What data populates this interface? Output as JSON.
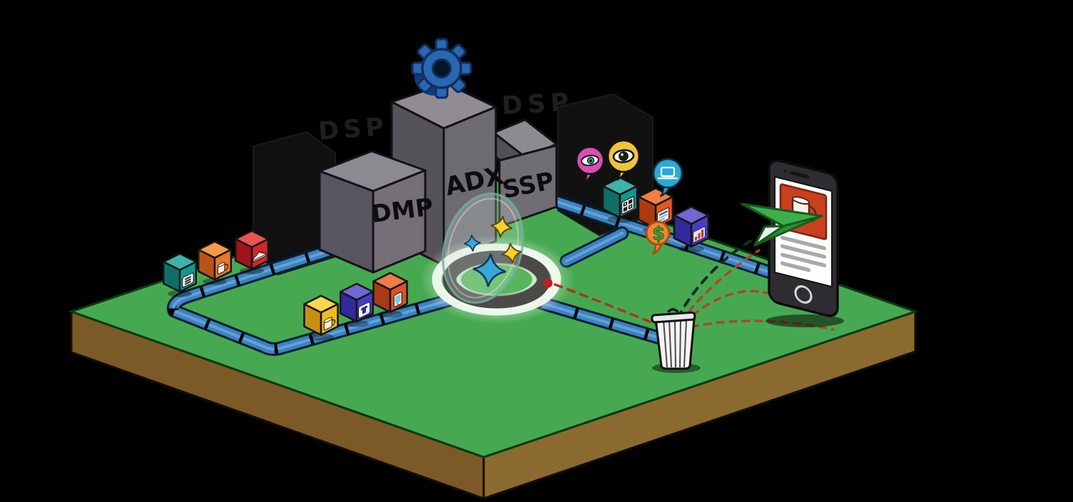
{
  "scene": {
    "description": "Isometric programmatic advertising ecosystem illustration on black background",
    "background_color": "#000000"
  },
  "labels": {
    "dsp_left": "DSP",
    "dsp_right": "DSP",
    "dmp": "DMP",
    "adx": "ADX",
    "ssp": "SSP",
    "dollar_sign": "$"
  },
  "palette": {
    "grass_green": "#46a951",
    "soil_brown_left": "#7b5a27",
    "soil_brown_right": "#8a6a2e",
    "road_blue": "#3b82c4",
    "building_gray": "#6e6a72",
    "gear_blue": "#2a67b2",
    "paper_plane_green": "#3fae4a",
    "ad_banner_red": "#c8401f",
    "dashed_line_red": "#b14426",
    "dashed_line_dark": "#1d2b1d",
    "star_yellow": "#f2d12e",
    "star_blue": "#39a7d8",
    "portal_ring_gray": "#4c4949"
  },
  "buildings": [
    {
      "name": "dmp-building",
      "label": "DMP"
    },
    {
      "name": "adx-building",
      "label": "ADX"
    },
    {
      "name": "ssp-building",
      "label": "SSP"
    },
    {
      "name": "dsp-building-left",
      "label": "DSP"
    },
    {
      "name": "dsp-building-right",
      "label": "DSP"
    }
  ],
  "conveyor_items": [
    {
      "name": "list-cube",
      "icon": "list-icon",
      "color": "#16978e"
    },
    {
      "name": "coffee-cube",
      "icon": "coffee-mug-icon",
      "color": "#e8772b"
    },
    {
      "name": "sneaker-cube",
      "icon": "sneaker-icon",
      "color": "#d3262b"
    },
    {
      "name": "mug-cube",
      "icon": "mug-icon",
      "color": "#eebc22"
    },
    {
      "name": "tshirt-cube",
      "icon": "tshirt-icon",
      "color": "#4a3ec0"
    },
    {
      "name": "smartphone-cube",
      "icon": "smartphone-icon",
      "color": "#d8542a"
    },
    {
      "name": "app-grid-cube",
      "icon": "app-grid-icon",
      "color": "#13988e"
    },
    {
      "name": "document-cube",
      "icon": "document-icon",
      "color": "#e2571f"
    },
    {
      "name": "chart-cube",
      "icon": "bar-chart-icon",
      "color": "#4a3ec0"
    }
  ],
  "bubbles": [
    {
      "name": "pink-eye-bubble",
      "icon": "eye-icon",
      "color": "#d94fb0"
    },
    {
      "name": "yellow-eye-bubble",
      "icon": "eye-icon",
      "color": "#eec43a"
    },
    {
      "name": "blue-laptop-bubble",
      "icon": "laptop-icon",
      "color": "#2aa9d8"
    },
    {
      "name": "dollar-pin-bubble",
      "icon": "dollar-icon",
      "color": "#f0872e",
      "symbol": "$"
    }
  ],
  "props": [
    {
      "name": "gear-icon"
    },
    {
      "name": "portal-ring"
    },
    {
      "name": "portal-lens"
    },
    {
      "name": "sparkle-icons",
      "count": 4
    },
    {
      "name": "trash-can"
    },
    {
      "name": "smartphone"
    },
    {
      "name": "ad-banner",
      "icon": "coffee-mug-icon"
    },
    {
      "name": "paper-plane-cursor"
    },
    {
      "name": "red-target-dot"
    }
  ]
}
